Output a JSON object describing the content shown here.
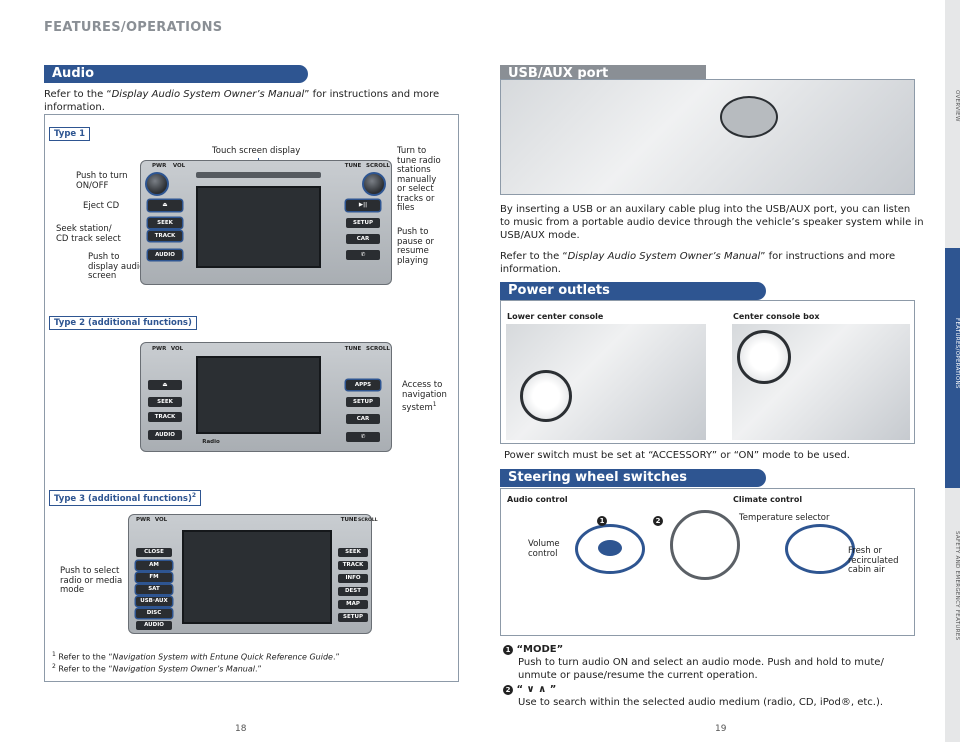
{
  "header": {
    "title": "FEATURES/OPERATIONS"
  },
  "audio": {
    "heading": "Audio",
    "intro_prefix": "Refer to the “",
    "intro_italic": "Display Audio System Owner’s Manual",
    "intro_suffix": "” for instructions and more",
    "intro_line2": "information.",
    "type1": {
      "tag": "Type 1",
      "touch_screen": "Touch screen display",
      "push_turn": [
        "Push to turn",
        "ON/OFF"
      ],
      "eject": "Eject CD",
      "seek": [
        "Seek station/",
        "CD track select"
      ],
      "push_display": [
        "Push to",
        "display audio",
        "screen"
      ],
      "turn_to": [
        "Turn to",
        "tune radio",
        "stations",
        "manually",
        "or select",
        "tracks or",
        "files"
      ],
      "push_pause": [
        "Push to",
        "pause or",
        "resume",
        "playing"
      ]
    },
    "type2": {
      "tag": "Type 2 (additional functions)",
      "access": [
        "Access to",
        "navigation",
        "system"
      ],
      "access_sup": "1"
    },
    "type3": {
      "tag": "Type 3 (additional functions)",
      "tag_sup": "2",
      "push_select": [
        "Push to select",
        "radio or media",
        "mode"
      ]
    },
    "footnote1_prefix": "Refer to the “",
    "footnote1_italic": "Navigation System with Entune Quick Reference Guide",
    "footnote1_suffix": ".”",
    "footnote2_prefix": "Refer to the “",
    "footnote2_italic": "Navigation System Owner’s Manual",
    "footnote2_suffix": ".”",
    "fn1": "1",
    "fn2": "2"
  },
  "buttons": {
    "pwr": "PWR",
    "vol": "VOL",
    "tune": "TUNE",
    "scroll": "SCROLL",
    "seek": "SEEK",
    "track": "TRACK",
    "audio": "AUDIO",
    "setup": "SETUP",
    "car": "CAR",
    "apps": "APPS",
    "radio": "Radio",
    "close": "CLOSE",
    "am": "AM",
    "fm": "FM",
    "sat": "SAT",
    "usb": "USB·AUX",
    "disc": "DISC",
    "info": "INFO",
    "dest": "DEST",
    "map": "MAP",
    "eject": "⏏",
    "playpause": "▶||",
    "phone": "✆"
  },
  "usb": {
    "heading": "USB/AUX port",
    "para1": [
      "By inserting a USB or an auxilary cable plug into the USB/AUX port, you can listen",
      "to music from a portable audio device through the vehicle’s speaker system while in",
      "USB/AUX mode."
    ],
    "para2_prefix": "Refer to the “",
    "para2_italic": "Display Audio System Owner’s Manual",
    "para2_suffix": "” for instructions and more",
    "para2_line2": "information."
  },
  "power": {
    "heading": "Power outlets",
    "lower": "Lower center console",
    "center": "Center console box",
    "note": "Power switch must be set at “ACCESSORY” or “ON” mode to be used."
  },
  "steering": {
    "heading": "Steering wheel switches",
    "audio_control": "Audio control",
    "climate_control": "Climate control",
    "volume": [
      "Volume",
      "control"
    ],
    "temp": "Temperature selector",
    "fresh": [
      "Fresh or",
      "recirculated",
      "cabin air"
    ],
    "n1": "1",
    "n2": "2",
    "item1_title": "“MODE”",
    "item1_text": [
      "Push to turn audio ON and select an audio mode. Push and hold to mute/",
      "unmute or pause/resume the current operation."
    ],
    "item2_title": "“ ∨ ∧ ”",
    "item2_text": "Use to search within the selected audio medium (radio, CD, iPod®, etc.)."
  },
  "pages": {
    "left": "18",
    "right": "19"
  },
  "side_tabs": {
    "overview": "OVERVIEW",
    "features": "FEATURES/OPERATIONS",
    "safety": "SAFETY AND EMERGENCY FEATURES"
  },
  "colors": {
    "brand_blue": "#2e5591",
    "header_gray": "#8a8f95"
  }
}
